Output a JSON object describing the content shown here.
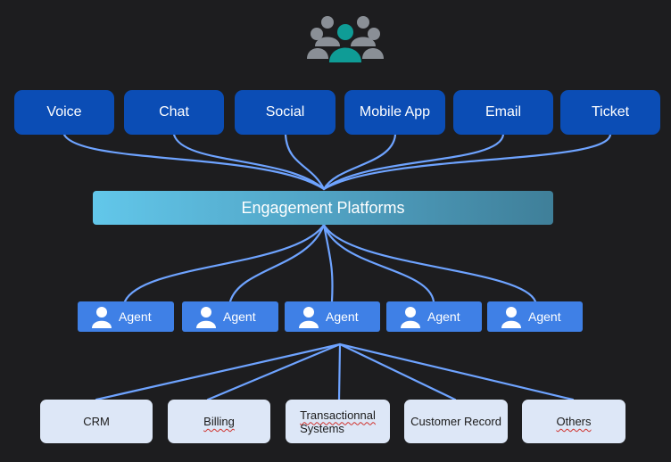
{
  "channels": [
    "Voice",
    "Chat",
    "Social",
    "Mobile App",
    "Email",
    "Ticket"
  ],
  "platform": {
    "label": "Engagement Platforms"
  },
  "agents": [
    "Agent",
    "Agent",
    "Agent",
    "Agent",
    "Agent"
  ],
  "systems": {
    "crm": "CRM",
    "billing": "Billing",
    "transactional_line1": "Transactionnal",
    "transactional_line2": "Systems",
    "customer_record": "Customer Record",
    "others": "Others"
  },
  "colors": {
    "background": "#1d1d1f",
    "channel_fill": "#0b4db5",
    "agent_fill": "#3f80e6",
    "system_fill": "#dde7f7",
    "connector": "#6ea3ff",
    "platform_gradient_start": "#62c7ea",
    "platform_gradient_end": "#3f7f99",
    "icon_gray": "#8a8f96",
    "icon_teal": "#0f9c96"
  },
  "icons": {
    "header": "people-group-icon",
    "agent": "person-icon"
  }
}
